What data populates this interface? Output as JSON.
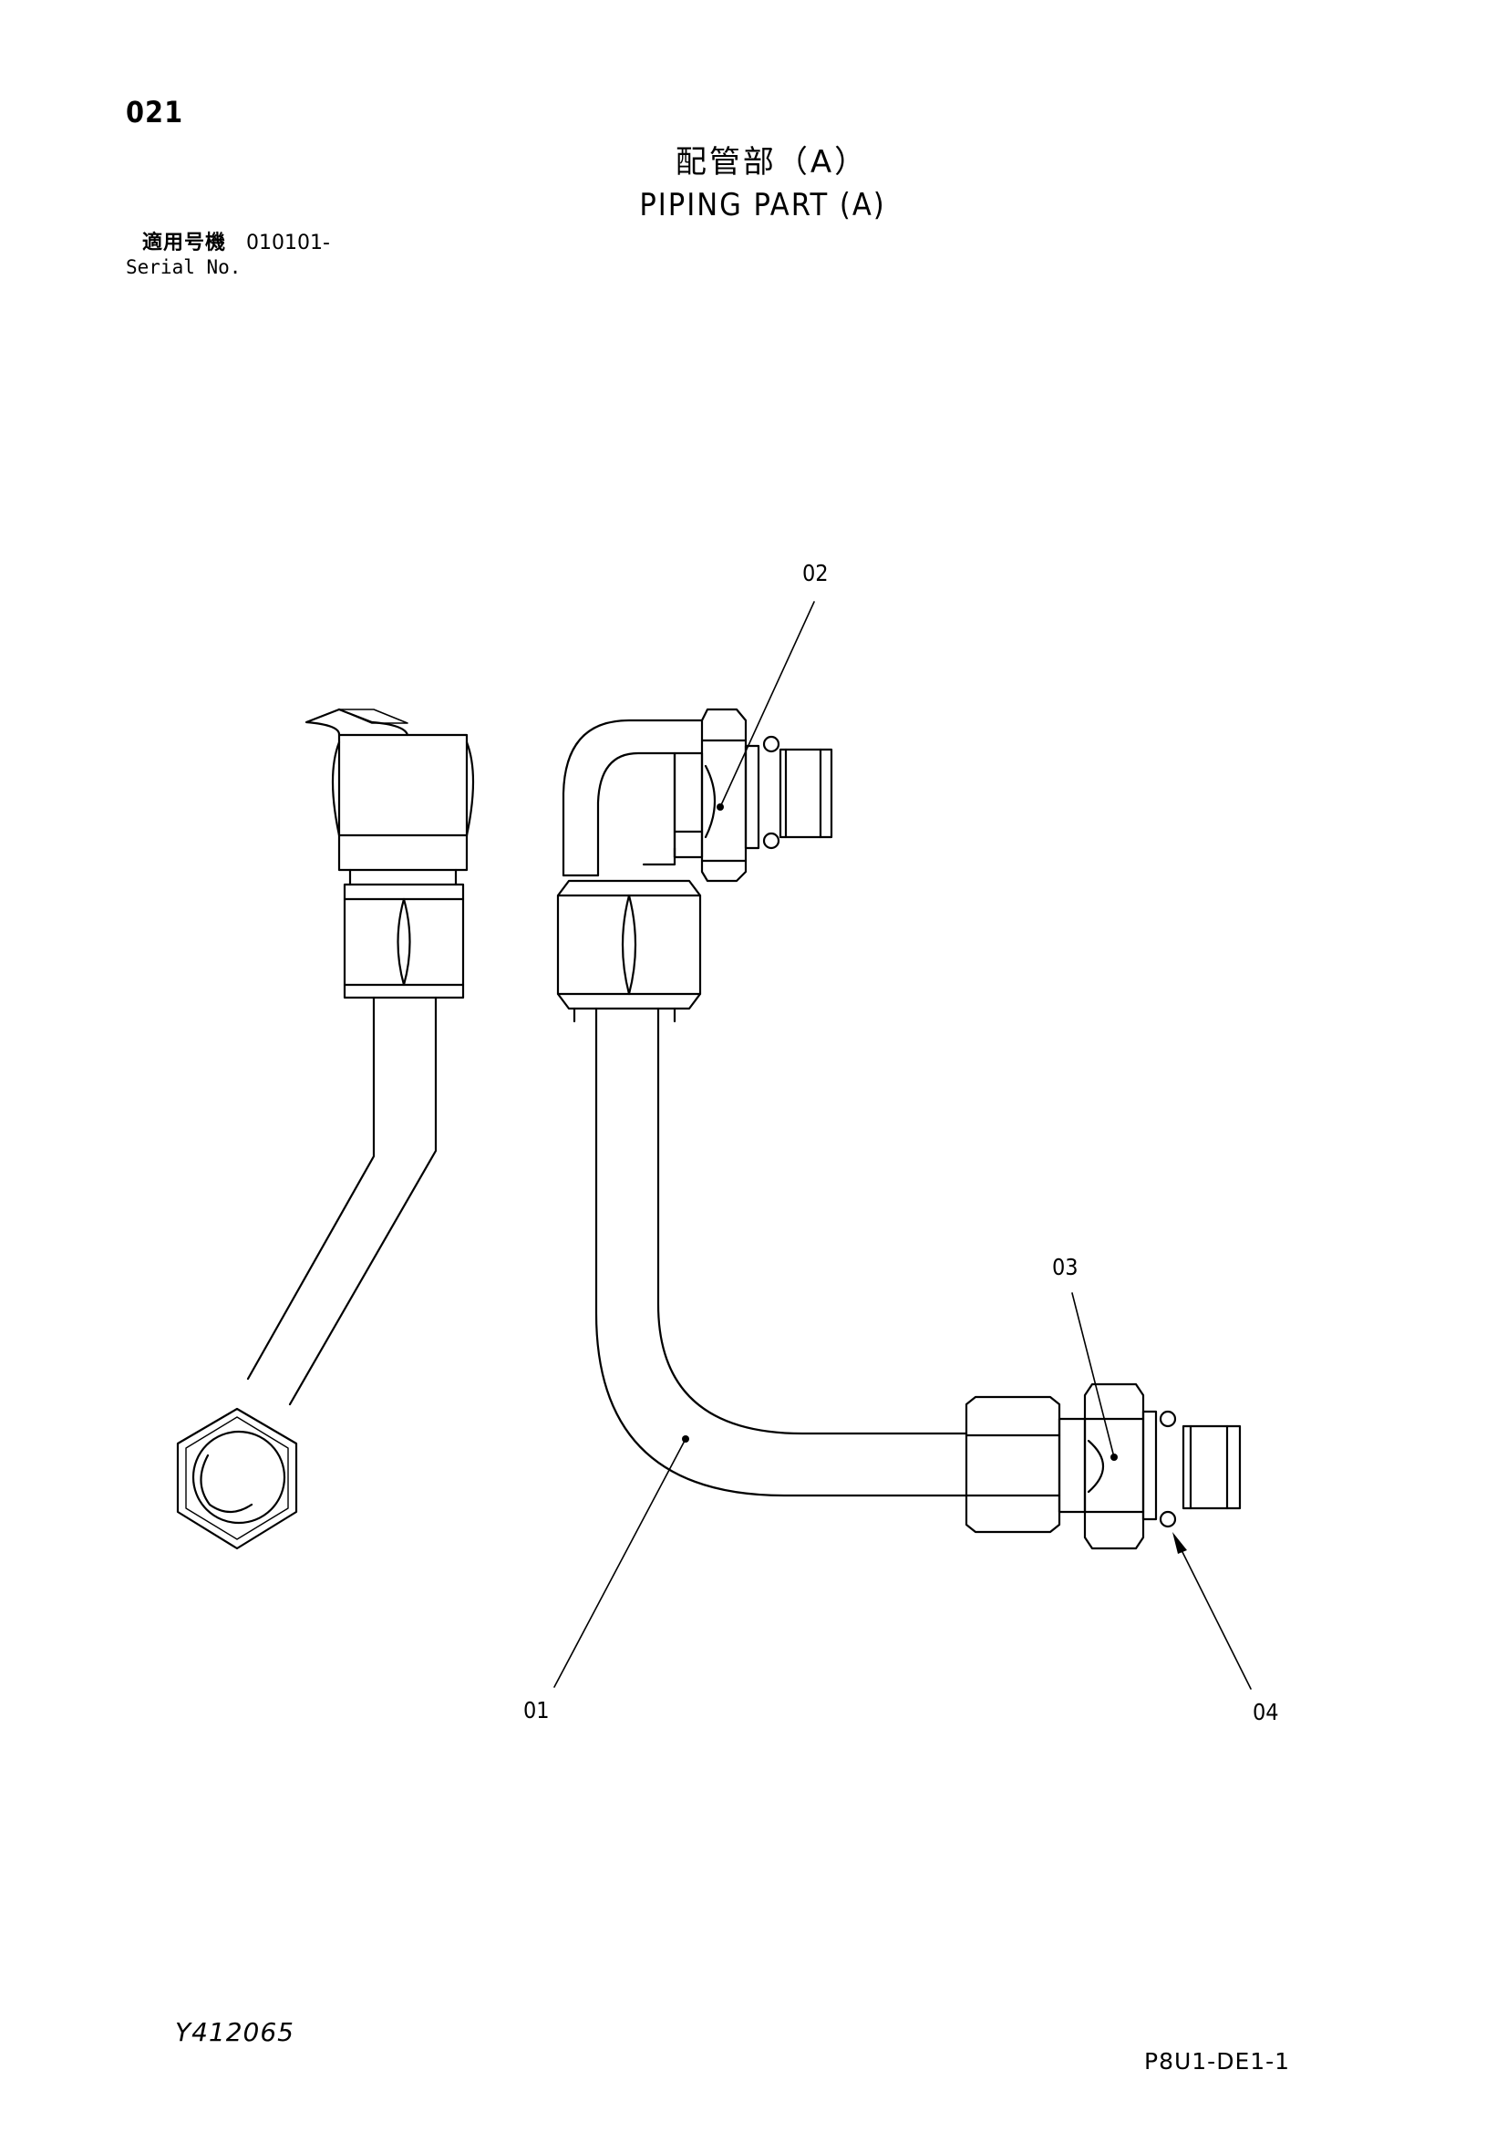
{
  "header": {
    "page_number": "021",
    "title_jp": "配管部（A）",
    "title_en": "PIPING PART (A)"
  },
  "serial": {
    "label_jp": "適用号機",
    "value": "010101-",
    "label_en": "Serial No."
  },
  "callouts": {
    "c01": "01",
    "c02": "02",
    "c03": "03",
    "c04": "04"
  },
  "footer": {
    "drawing_number": "Y412065",
    "sheet_code": "P8U1-DE1-1"
  }
}
